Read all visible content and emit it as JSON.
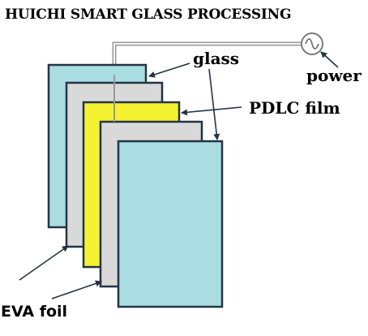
{
  "title": "HUICHI SMART GLASS PROCESSING",
  "labels": {
    "glass": "glass",
    "pdlc_film": "PDLC film",
    "power": "power",
    "eva_foil": "EVA foil"
  },
  "colors": {
    "glass": "#a9dde2",
    "eva": "#d9d9d9",
    "pdlc": "#f4f230",
    "outline": "#243446",
    "wire": "#999999",
    "text": "#000000"
  },
  "layers": [
    "glass",
    "EVA foil",
    "PDLC film",
    "EVA foil",
    "glass"
  ],
  "icons": {
    "power_source": "ac-source-icon"
  }
}
